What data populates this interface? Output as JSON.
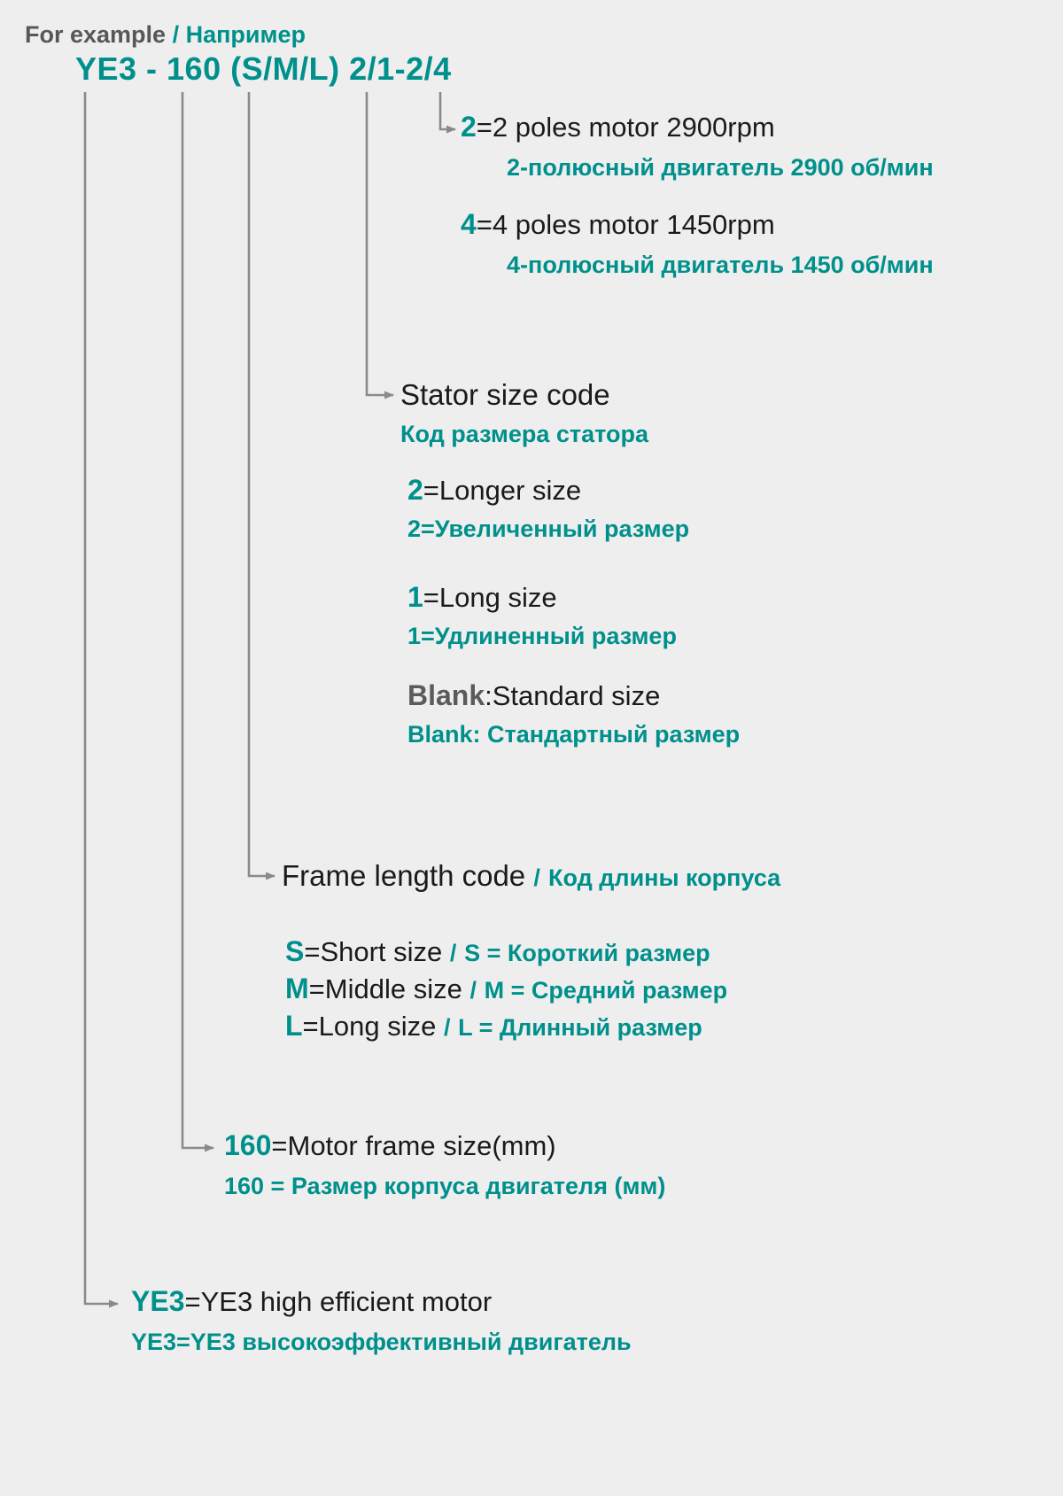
{
  "header": {
    "label_en": "For example",
    "separator": "/",
    "label_ru": "Например"
  },
  "model_code": "YE3 - 160 (S/M/L) 2/1-2/4",
  "colors": {
    "background": "#eeeeee",
    "teal": "#00908c",
    "dark_text": "#1a1a1a",
    "grey_text": "#5b5b5b",
    "leader_line": "#8a8a8a"
  },
  "sections": [
    {
      "id": "pole-count",
      "entries": [
        {
          "key": "2",
          "key_color": "teal",
          "en": "=2 poles motor 2900rpm",
          "ru": "2-полюсный двигатель 2900 об/мин"
        },
        {
          "key": "4",
          "key_color": "teal",
          "en": "=4 poles motor 1450rpm",
          "ru": "4-полюсный двигатель 1450 об/мин"
        }
      ]
    },
    {
      "id": "stator-size-code",
      "title_en": "Stator size code",
      "title_ru": "Код размера статора",
      "entries": [
        {
          "key": "2",
          "key_color": "teal",
          "en": "=Longer size",
          "ru": "2=Увеличенный размер"
        },
        {
          "key": "1",
          "key_color": "teal",
          "en": "=Long size",
          "ru": "1=Удлиненный размер"
        },
        {
          "key": "Blank",
          "key_color": "grey",
          "en": ":Standard size",
          "ru": "Blank: Стандартный размер"
        }
      ]
    },
    {
      "id": "frame-length-code",
      "title_en": "Frame length code",
      "title_sep": "/",
      "title_ru": "Код длины корпуса",
      "entries": [
        {
          "key": "S",
          "key_color": "teal",
          "en": "=Short size",
          "sep": "/",
          "ru": "S = Короткий размер"
        },
        {
          "key": "M",
          "key_color": "teal",
          "en": "=Middle size",
          "sep": "/",
          "ru": "M = Средний размер"
        },
        {
          "key": "L",
          "key_color": "teal",
          "en": "=Long size",
          "sep": "/",
          "ru": "L = Длинный размер"
        }
      ]
    },
    {
      "id": "frame-size",
      "entries": [
        {
          "key": "160",
          "key_color": "teal",
          "en": "=Motor frame size(mm)",
          "ru": "160 = Размер корпуса двигателя (мм)"
        }
      ]
    },
    {
      "id": "motor-series",
      "entries": [
        {
          "key": "YE3",
          "key_color": "teal",
          "en": "=YE3 high efficient motor",
          "ru": "YE3=YE3 высокоэффективный двигатель"
        }
      ]
    }
  ]
}
